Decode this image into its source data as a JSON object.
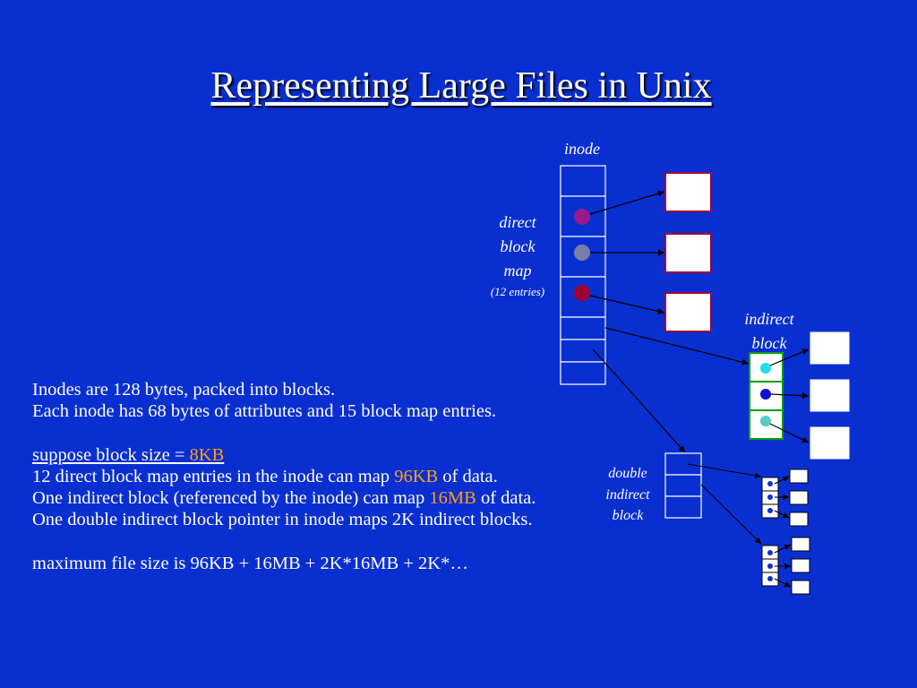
{
  "title": "Representing Large Files in Unix",
  "diagram": {
    "inode_label": "inode",
    "direct_label": [
      "direct",
      "block",
      "map"
    ],
    "direct_entries_label": "(12 entries)",
    "indirect_label": [
      "indirect",
      "block"
    ],
    "double_indirect_label": [
      "double",
      "indirect",
      "block"
    ]
  },
  "text": {
    "p1a": "Inodes are 128 bytes, packed into blocks.",
    "p1b": "Each inode has 68 bytes of attributes and 15 block map entries.",
    "blocksize_prefix": "suppose block size = ",
    "blocksize_value": "8KB",
    "direct_prefix": "12 direct block map entries in the inode can map ",
    "direct_value": "96KB",
    "direct_suffix": " of data.",
    "indirect_prefix": "One indirect block (referenced by the inode) can map ",
    "indirect_value": "16MB",
    "indirect_suffix": " of data.",
    "double_line": "One double indirect block pointer in inode maps 2K indirect blocks.",
    "max_line": "maximum file size is 96KB + 16MB + 2K*16MB + 2K*…"
  },
  "colors": {
    "background": "#0a2fd1",
    "highlight": "#ff9f1a",
    "data_block_border": "#a0003a",
    "indirect_block_border": "#00a000",
    "dot_purple": "#9a1a8a",
    "dot_gray": "#7a7fa8",
    "dot_red": "#a00030",
    "dot_cyan": "#22dde8",
    "dot_blue": "#1010d0",
    "dot_teal": "#55cccc"
  }
}
